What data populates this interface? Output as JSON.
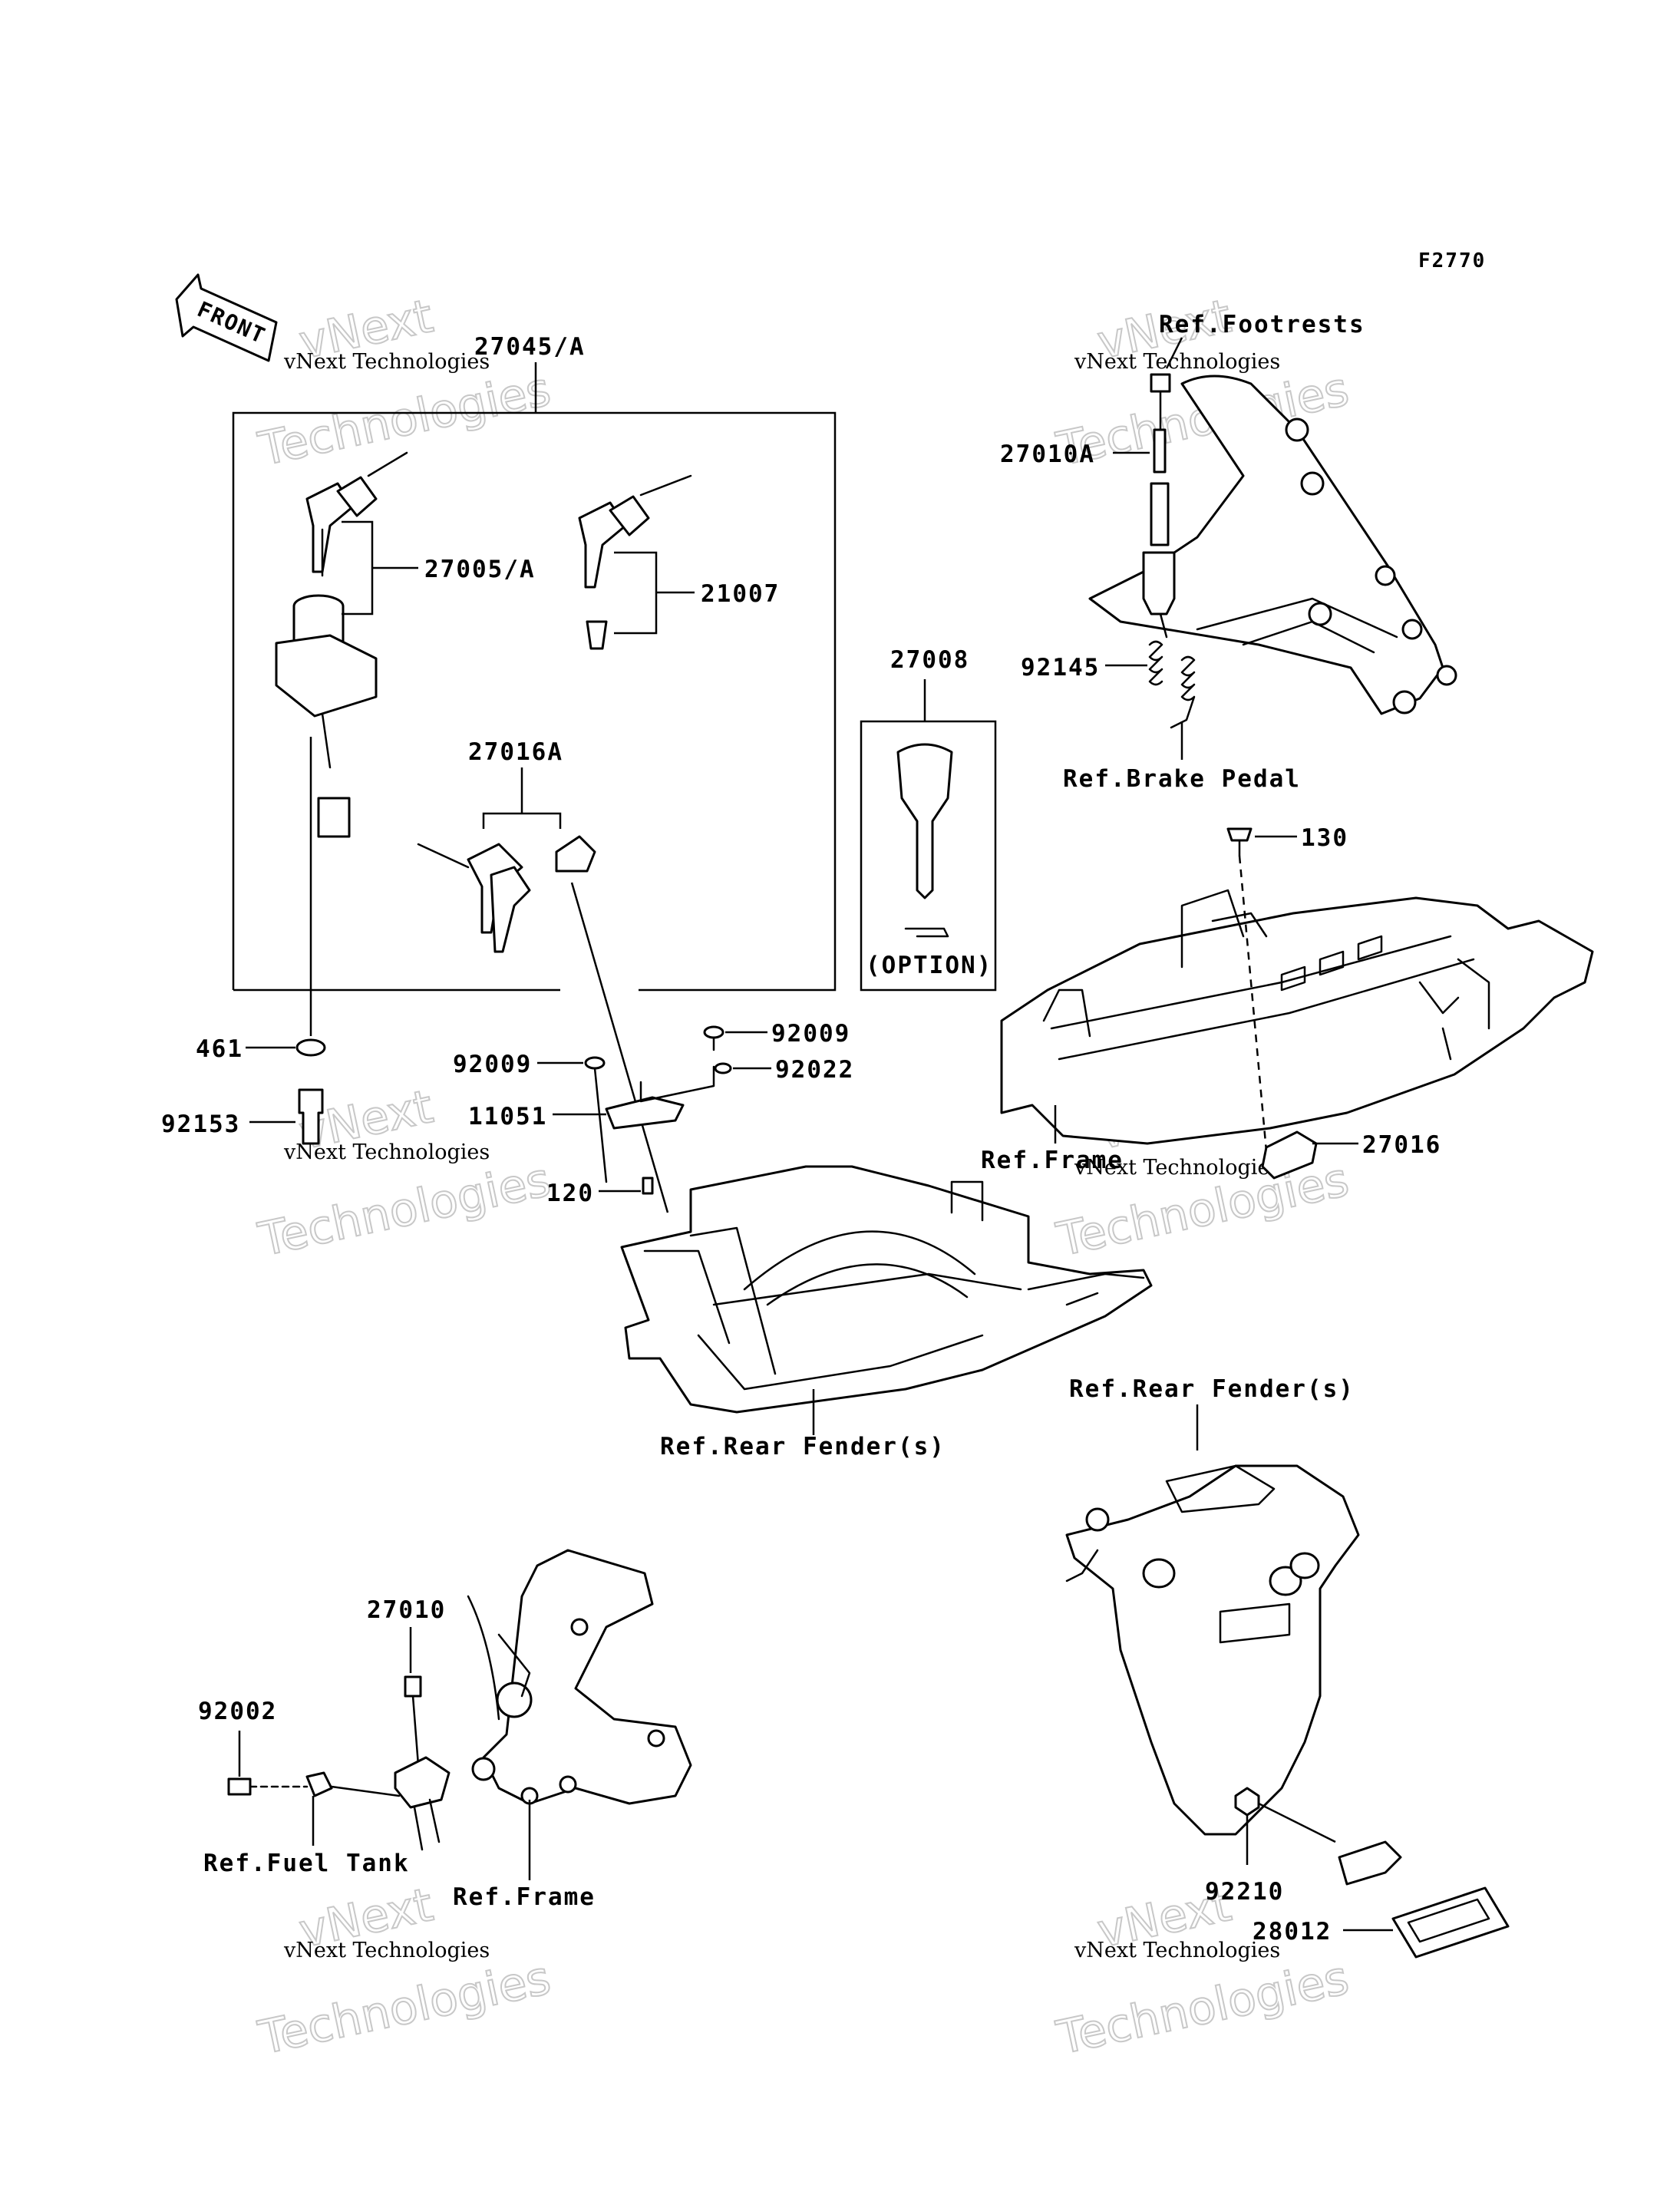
{
  "figure_code": "F2770",
  "front_arrow": "FRONT",
  "watermark": {
    "line1": "vNext",
    "line2": "vNext Technologies",
    "line3": "Technologies"
  },
  "parts": {
    "p27045A": "27045/A",
    "p27005A": "27005/A",
    "p21007": "21007",
    "p27016A": "27016A",
    "p27008": "27008",
    "option": "(OPTION)",
    "p461": "461",
    "p92153": "92153",
    "p92009a": "92009",
    "p92009b": "92009",
    "p92022": "92022",
    "p11051": "11051",
    "p120": "120",
    "p27010A": "27010A",
    "p92145": "92145",
    "p130": "130",
    "p27016": "27016",
    "p27010": "27010",
    "p92002": "92002",
    "p92210": "92210",
    "p28012": "28012"
  },
  "refs": {
    "footrests": "Ref.Footrests",
    "brake_pedal": "Ref.Brake Pedal",
    "frame_mid": "Ref.Frame",
    "rear_fender_center": "Ref.Rear Fender(s)",
    "rear_fender_right": "Ref.Rear Fender(s)",
    "fuel_tank": "Ref.Fuel Tank",
    "frame_bottom": "Ref.Frame"
  }
}
